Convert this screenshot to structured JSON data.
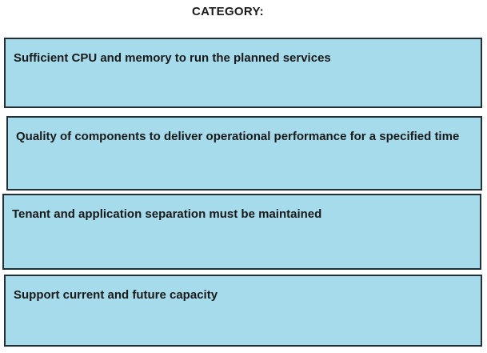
{
  "title": "CATEGORY:",
  "boxes": [
    {
      "label": "Sufficient CPU and memory to run the planned services"
    },
    {
      "label": "Quality of components to deliver operational performance for a specified time"
    },
    {
      "label": "Tenant and application separation must be maintained"
    },
    {
      "label": "Support current and future capacity"
    }
  ],
  "colors": {
    "background": "#ffffff",
    "box-fill": "#a5dbea",
    "box-border": "#22303a",
    "text": "#1a1a1a"
  }
}
